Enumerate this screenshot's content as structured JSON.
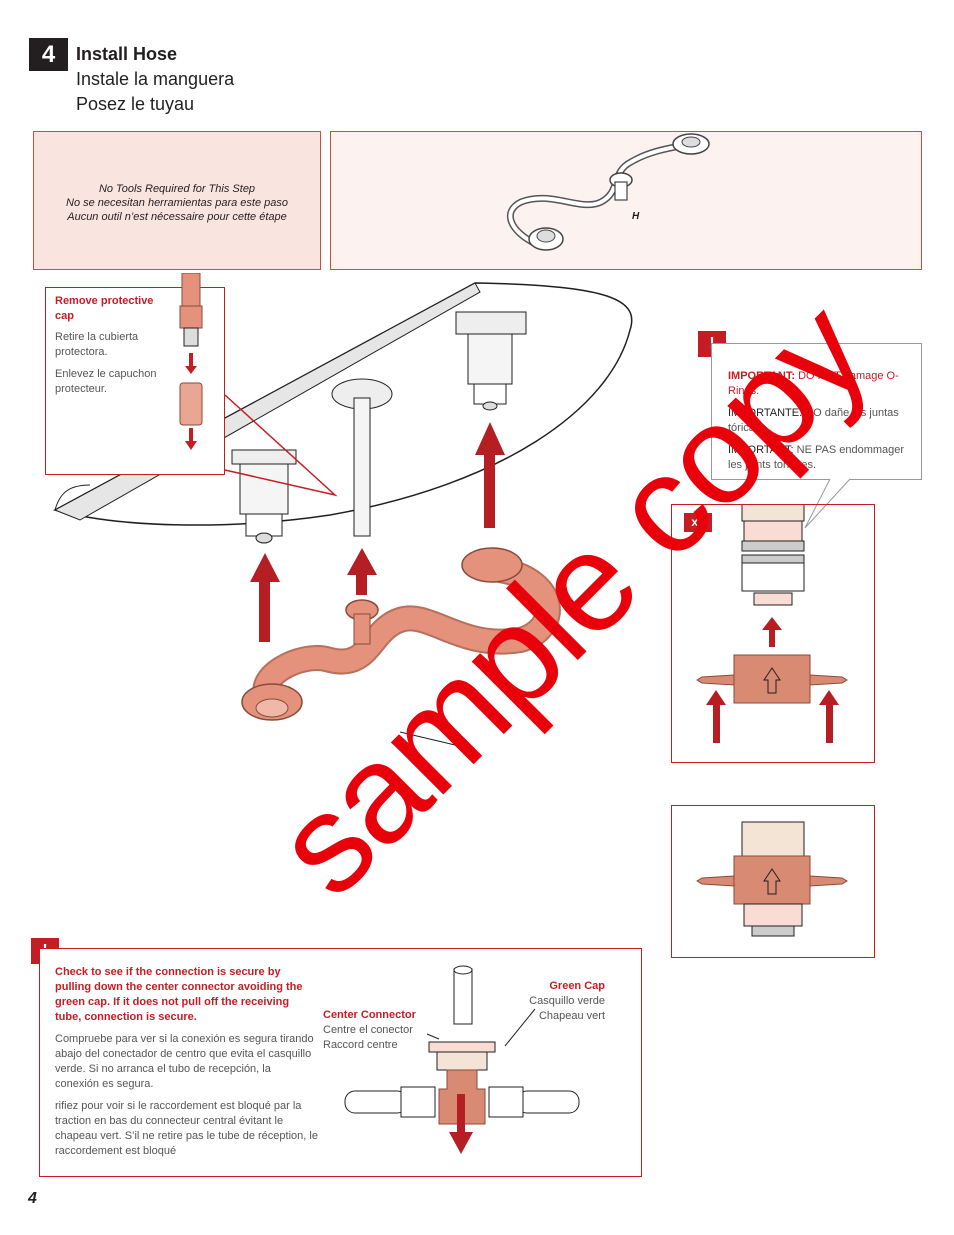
{
  "step": {
    "number": "4",
    "title_en": "Install Hose",
    "title_es": "Instale la manguera",
    "title_fr": "Posez le tuyau"
  },
  "tools": {
    "line_en": "No Tools Required for This Step",
    "line_es": "No se necesitan herramientas para este paso",
    "line_fr": "Aucun outil n’est nécessaire pour cette étape"
  },
  "hose_label": "H",
  "remove_cap": {
    "en": "Remove protective cap",
    "es": "Retire la cubierta protectora.",
    "fr": "Enlevez le capuchon protecteur."
  },
  "important": {
    "badge": "!",
    "en_label": "IMPORTANT:",
    "en_text": " DO NOT damage O-Rings.",
    "es_label": "IMPORTANTE:",
    "es_text": " NO dañe las juntas tóricas.",
    "fr_label": "IMPORTANT:",
    "fr_text": " NE PAS endommager les joints toriques."
  },
  "x2": "x2",
  "check": {
    "badge": "!",
    "en": "Check to see if the connection is secure by pulling down the center connector avoiding the green cap.  If it does not pull off the receiving tube, connection is secure.",
    "es": "Compruebe para ver si la conexión es segura tirando abajo del conectador de centro que evita el casquillo verde. Si no arranca el tubo de recepción, la conexión es segura.",
    "fr": "rifiez pour voir si le raccordement est bloqué par la traction en bas du connecteur central évitant le chapeau vert. S’il ne retire pas le tube de réception, le raccordement est bloqué"
  },
  "center_connector": {
    "en": "Center Connector",
    "es": "Centre el conector",
    "fr": "Raccord centre"
  },
  "green_cap": {
    "en": "Green Cap",
    "es": "Casquillo verde",
    "fr": "Chapeau vert"
  },
  "page_number": "4",
  "watermark": "sample copy",
  "colors": {
    "accent_red": "#c41e24",
    "hose": "#e4927c",
    "panel_pink": "#fae4df"
  }
}
